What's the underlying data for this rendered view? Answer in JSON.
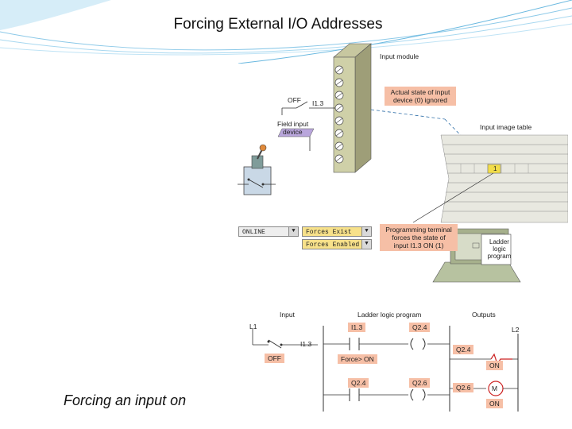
{
  "title": "Forcing External I/O Addresses",
  "caption": "Forcing an input on",
  "diagram": {
    "input_module_label": "Input module",
    "off_label": "OFF",
    "address_label": "I1.3",
    "field_device_label_1": "Field input",
    "field_device_label_2": "device",
    "actual_state_line1": "Actual state of input",
    "actual_state_line2": "device (0) ignored",
    "input_image_table_label": "Input image table",
    "image_bit_value": "1",
    "programming_line1": "Programming terminal",
    "programming_line2": "forces the state of",
    "programming_line3": "input I1.3 ON (1)",
    "ladder_logic_card_1": "Ladder",
    "ladder_logic_card_2": "logic",
    "ladder_logic_card_3": "program",
    "online_dropdown": "ONLINE",
    "forces_exist": "Forces Exist",
    "forces_enabled": "Forces Enabled",
    "ladder": {
      "header_input": "Input",
      "header_program": "Ladder logic program",
      "header_outputs": "Outputs",
      "rail_left": "L1",
      "rail_right": "L2",
      "field_address": "I1.3",
      "field_state": "OFF",
      "rung1_contact": "I1.3",
      "rung1_force": "Force> ON",
      "rung1_coil": "Q2.4",
      "out1_address": "Q2.4",
      "out1_state": "ON",
      "rung2_contact": "Q2.4",
      "rung2_coil": "Q2.6",
      "out2_address": "Q2.6",
      "out2_device": "M",
      "out2_state": "ON"
    }
  }
}
